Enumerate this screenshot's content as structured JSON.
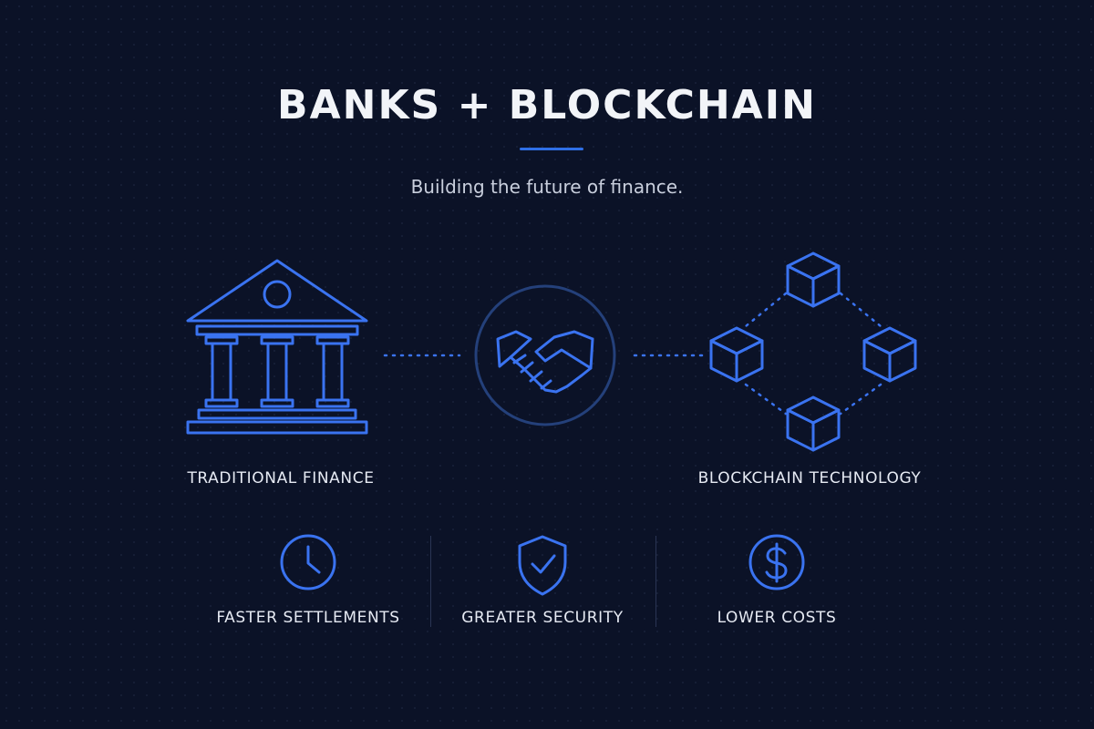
{
  "title": "BANKS + BLOCKCHAIN",
  "subtitle": "Building the future of finance.",
  "left_label": "TRADITIONAL FINANCE",
  "right_label": "BLOCKCHAIN TECHNOLOGY",
  "icons": {
    "bank": "bank-building-icon",
    "handshake": "handshake-icon",
    "network": "blockchain-cubes-icon",
    "clock": "clock-icon",
    "shield": "shield-check-icon",
    "dollar": "dollar-icon"
  },
  "benefits": [
    {
      "label": "FASTER SETTLEMENTS"
    },
    {
      "label": "GREATER SECURITY"
    },
    {
      "label": "LOWER COSTS"
    }
  ],
  "colors": {
    "background": "#0b1227",
    "accent": "#3a73f0",
    "text": "#e8ecf5"
  }
}
